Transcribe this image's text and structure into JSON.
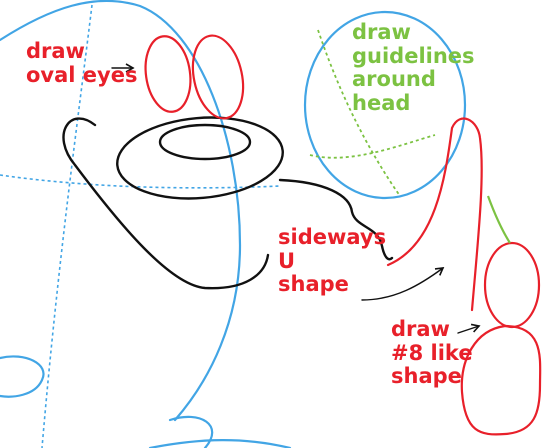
{
  "labels": {
    "oval_eyes": {
      "lines": [
        "draw",
        "oval eyes"
      ]
    },
    "guidelines": {
      "lines": [
        "draw",
        "guidelines",
        "around",
        "head"
      ]
    },
    "sideways_u": {
      "lines": [
        "sideways",
        "U",
        "shape"
      ]
    },
    "figure_eight": {
      "lines": [
        "draw",
        "#8 like",
        "shape"
      ]
    }
  },
  "colors": {
    "blue": "#42a5e5",
    "black": "#111111",
    "red": "#e8202a",
    "green": "#7cc242"
  }
}
